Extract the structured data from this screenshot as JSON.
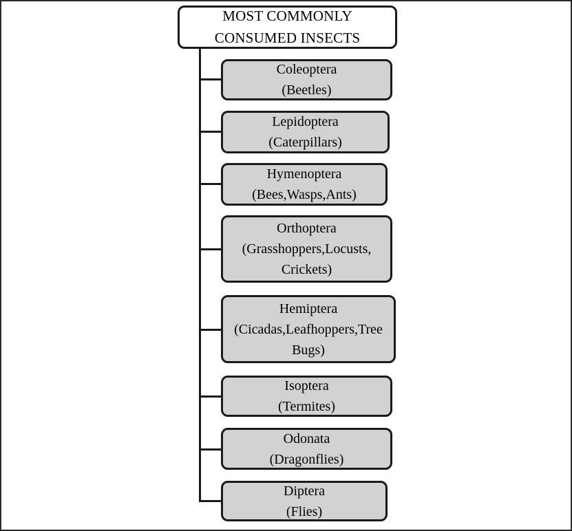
{
  "diagram": {
    "type": "tree-hierarchy",
    "orientation": "vertical-trunk-left",
    "root": {
      "title_line_1": "MOST COMMONLY",
      "title_line_2": "CONSUMED INSECTS"
    },
    "colors": {
      "frame_border": "#2b2b2b",
      "node_border": "#1a1a1a",
      "root_fill": "#ffffff",
      "child_fill": "#d2d2d2",
      "text": "#000000",
      "connector": "#1a1a1a"
    },
    "children": [
      {
        "order": "order-coleoptera",
        "line_1": "Coleoptera",
        "line_2": "(Beetles)",
        "line_3": ""
      },
      {
        "order": "order-lepidoptera",
        "line_1": "Lepidoptera",
        "line_2": "(Caterpillars)",
        "line_3": ""
      },
      {
        "order": "order-hymenoptera",
        "line_1": "Hymenoptera",
        "line_2": "(Bees,Wasps,Ants)",
        "line_3": ""
      },
      {
        "order": "order-orthoptera",
        "line_1": "Orthoptera",
        "line_2": "(Grasshoppers,Locusts,",
        "line_3": "Crickets)"
      },
      {
        "order": "order-hemiptera",
        "line_1": "Hemiptera",
        "line_2": "(Cicadas,Leafhoppers,Tree",
        "line_3": "Bugs)"
      },
      {
        "order": "order-isoptera",
        "line_1": "Isoptera",
        "line_2": "(Termites)",
        "line_3": ""
      },
      {
        "order": "order-odonata",
        "line_1": "Odonata",
        "line_2": "(Dragonflies)",
        "line_3": ""
      },
      {
        "order": "order-diptera",
        "line_1": "Diptera",
        "line_2": "(Flies)",
        "line_3": ""
      }
    ]
  }
}
